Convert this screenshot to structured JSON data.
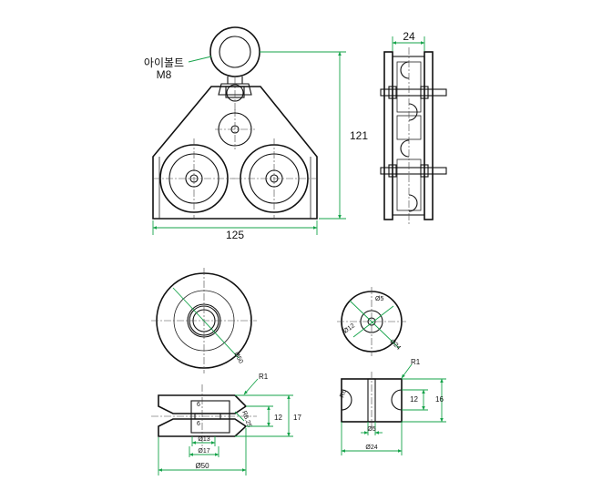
{
  "front_view": {
    "eyebolt_label": "아이볼트",
    "eyebolt_size": "M8",
    "width": "125",
    "height": "121"
  },
  "side_view": {
    "width": "24"
  },
  "large_wheel": {
    "outer_diameter_face": "Ø50",
    "groove_radius": "R1",
    "inner_radius": "R6.25",
    "section_label_top": "6",
    "section_label_bottom": "6",
    "height_inner": "12",
    "height_outer": "17",
    "bore": "Ø13",
    "hub": "Ø17",
    "outer": "Ø50"
  },
  "small_wheel": {
    "bore_face": "Ø5",
    "hub_face": "Ø12",
    "outer_face": "Ø24",
    "groove_radius": "R1",
    "groove_r": "R6",
    "height_inner": "12",
    "height_outer": "16",
    "bore": "Ø5",
    "outer": "Ø24"
  }
}
